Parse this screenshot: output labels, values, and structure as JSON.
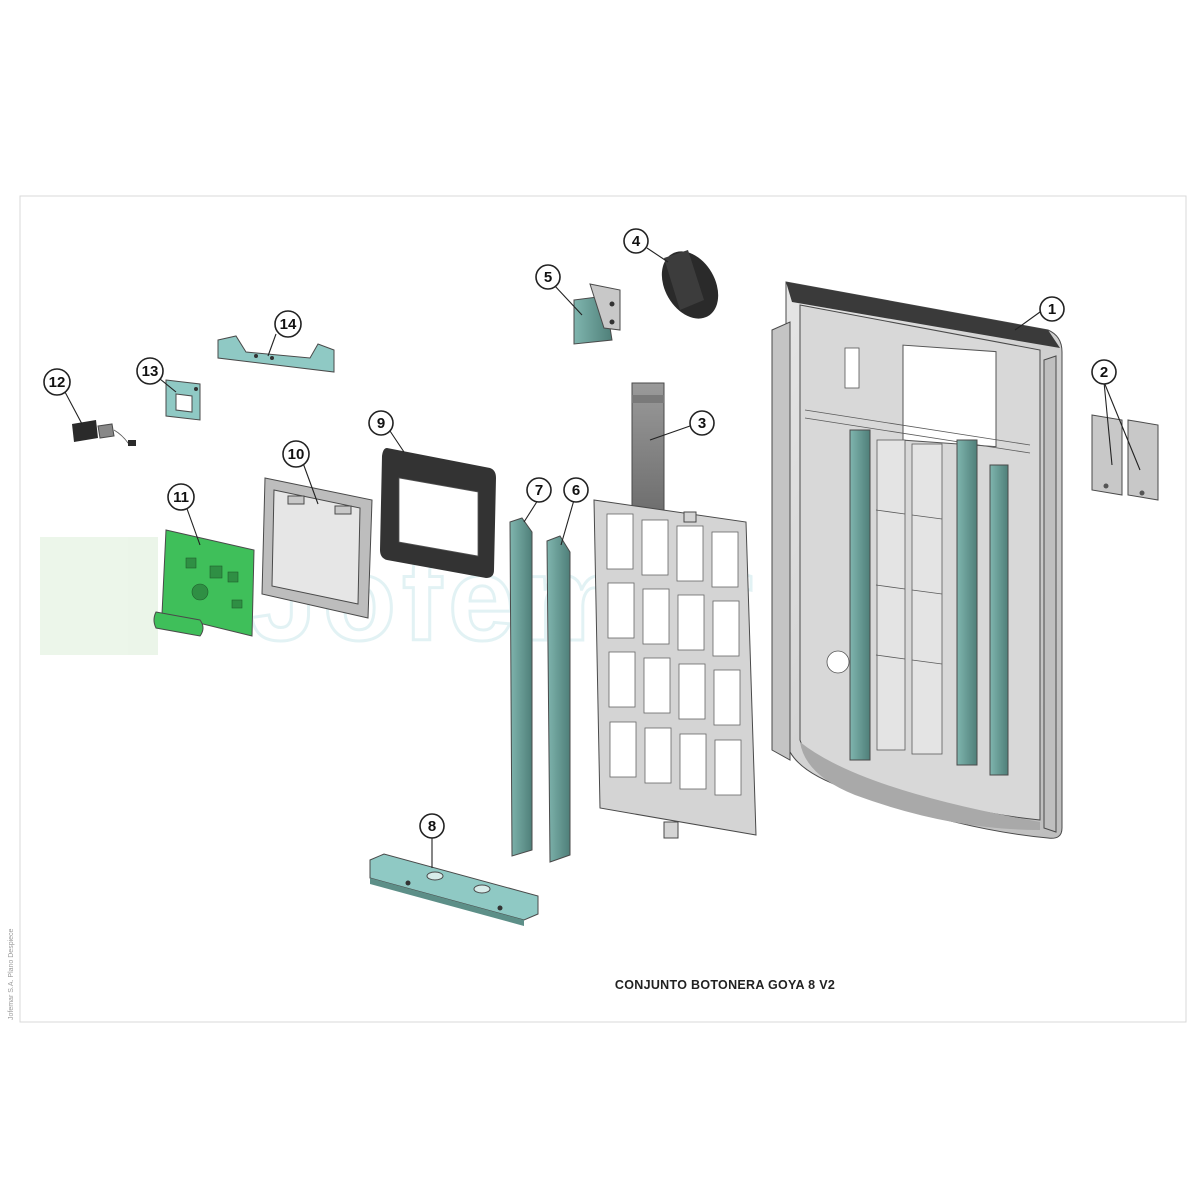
{
  "drawing": {
    "title": "CONJUNTO BOTONERA GOYA 8 V2",
    "credit": "Jofemar S.A. Plano Despiece",
    "watermark": "Jofemar"
  },
  "callouts": [
    {
      "id": "1",
      "part": "marco-frontal"
    },
    {
      "id": "2",
      "part": "soportes-laterales"
    },
    {
      "id": "3",
      "part": "cable-plano"
    },
    {
      "id": "4",
      "part": "cerradura"
    },
    {
      "id": "5",
      "part": "soporte-cerradura"
    },
    {
      "id": "6",
      "part": "perfil-derecho"
    },
    {
      "id": "7",
      "part": "perfil-izquierdo"
    },
    {
      "id": "8",
      "part": "soporte-inferior"
    },
    {
      "id": "9",
      "part": "marco-display"
    },
    {
      "id": "10",
      "part": "caja-display"
    },
    {
      "id": "11",
      "part": "placa-electronica"
    },
    {
      "id": "12",
      "part": "conector"
    },
    {
      "id": "13",
      "part": "soporte-pequeno"
    },
    {
      "id": "14",
      "part": "soporte-superior"
    }
  ],
  "colors": {
    "frame_grey": "#cfcfcf",
    "teal_part": "#8fc9c4",
    "dark_teal": "#5d8f88",
    "pcb_green": "#3fbf5a",
    "black_part": "#2a2a2a",
    "border": "#d9d9d9"
  }
}
